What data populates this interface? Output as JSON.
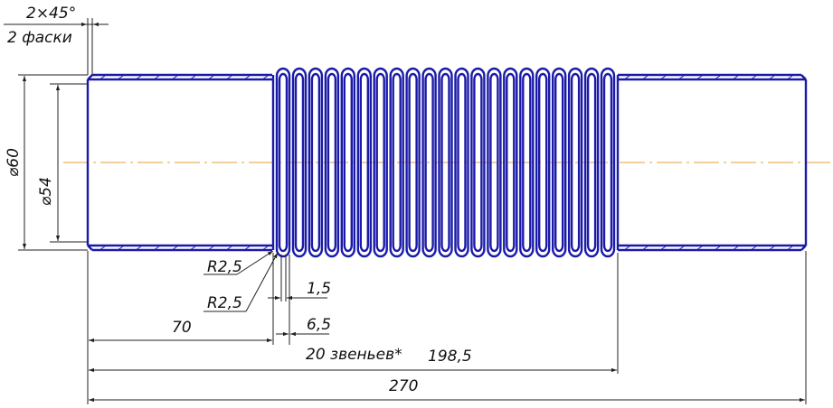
{
  "drawing": {
    "chamfer_size": "2×45°",
    "chamfer_count": "2 фаски",
    "dia_outer": "⌀60",
    "dia_inner": "⌀54",
    "radius_1": "R2,5",
    "radius_2": "R2,5",
    "dim_wall": "1,5",
    "dim_len_70": "70",
    "dim_pitch": "6,5",
    "dim_links": "20 звеньев*",
    "dim_len_198": "198,5",
    "dim_len_270": "270"
  },
  "colors": {
    "part": "#1a1aa8",
    "axis": "#e6a23c",
    "dimension": "#222222"
  }
}
